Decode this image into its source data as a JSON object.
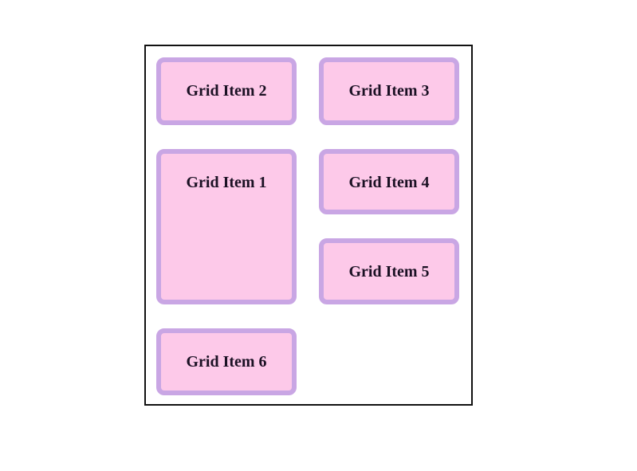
{
  "grid": {
    "items": [
      {
        "label": "Grid Item 1"
      },
      {
        "label": "Grid Item 2"
      },
      {
        "label": "Grid Item 3"
      },
      {
        "label": "Grid Item 4"
      },
      {
        "label": "Grid Item 5"
      },
      {
        "label": "Grid Item 6"
      }
    ],
    "colors": {
      "item_background": "#fdc9e9",
      "item_border": "#c9a6e4",
      "container_border": "#111111",
      "item_text": "#1b1124",
      "page_background": "#ffffff"
    }
  }
}
